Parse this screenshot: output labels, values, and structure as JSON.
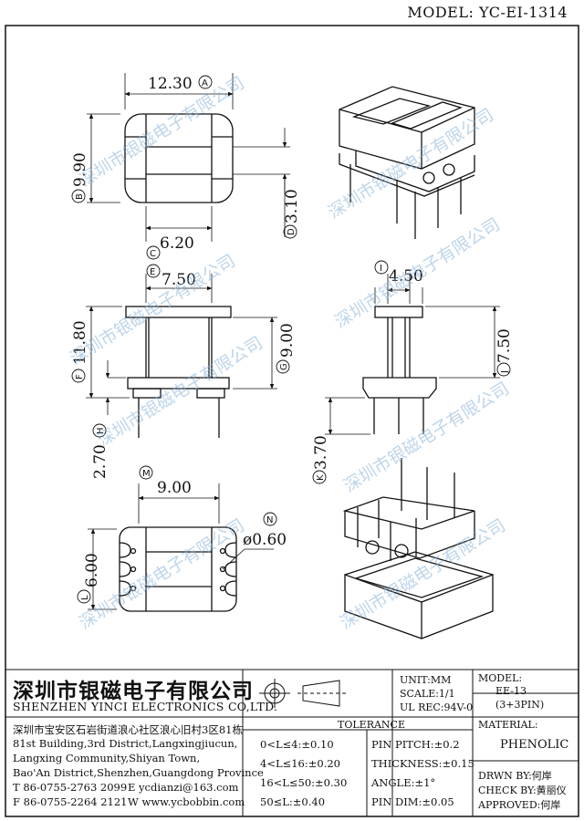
{
  "model_header": "MODEL: YC-EI-1314",
  "watermark": "深圳市银磁电子有限公司",
  "dimensions": {
    "A": {
      "label": "A",
      "value": "12.30"
    },
    "B": {
      "label": "B",
      "value": "9.90"
    },
    "C": {
      "label": "C",
      "value": "6.20"
    },
    "D": {
      "label": "D",
      "value": "3.10"
    },
    "E": {
      "label": "E",
      "value": "7.50"
    },
    "F": {
      "label": "F",
      "value": "11.80"
    },
    "G": {
      "label": "G",
      "value": "9.00"
    },
    "H": {
      "label": "H",
      "value": "2.70"
    },
    "I": {
      "label": "I",
      "value": "4.50"
    },
    "J": {
      "label": "J",
      "value": "7.50"
    },
    "K": {
      "label": "K",
      "value": "3.70"
    },
    "M": {
      "label": "M",
      "value": "9.00"
    },
    "N": {
      "label": "N",
      "value": "ø0.60"
    },
    "L": {
      "label": "L",
      "value": "6.00"
    }
  },
  "title_block": {
    "company_cn": "深圳市银磁电子有限公司",
    "company_en": "SHENZHEN YINCI ELECTRONICS CO,LTD.",
    "address_lines": [
      "深圳市宝安区石岩街道浪心社区浪心旧村3区81栋",
      "81st Building,3rd District,Langxingjiucun,",
      "Langxing Community,Shiyan Town,",
      "Bao'An District,Shenzhen,Guangdong Province"
    ],
    "tel": "T 86-0755-2763 2099",
    "email": "E ycdianzi@163.com",
    "fax": "F 86-0755-2264 2121",
    "web": "W www.ycbobbin.com",
    "unit": "UNIT:MM",
    "scale": "SCALE:1/1",
    "ul_rec": "UL REC:94V-0",
    "model_label": "MODEL:",
    "model_value": "EE-13",
    "model_pins": "(3+3PIN)",
    "material_label": "MATERIAL:",
    "material_value": "PHENOLIC",
    "tolerance_label": "TOLERANCE",
    "tolerances": [
      "0<L≤4:±0.10",
      "4<L≤16:±0.20",
      "16<L≤50:±0.30",
      "50≤L:±0.40"
    ],
    "specs": [
      "PIN PITCH:±0.2",
      "THICKNESS:±0.15",
      "ANGLE:±1°",
      "PIN DIM:±0.05"
    ],
    "drawn_by": "DRWN BY:何岸",
    "check_by": "CHECK BY:黄丽仪",
    "approved": "APPROVED:何岸"
  }
}
